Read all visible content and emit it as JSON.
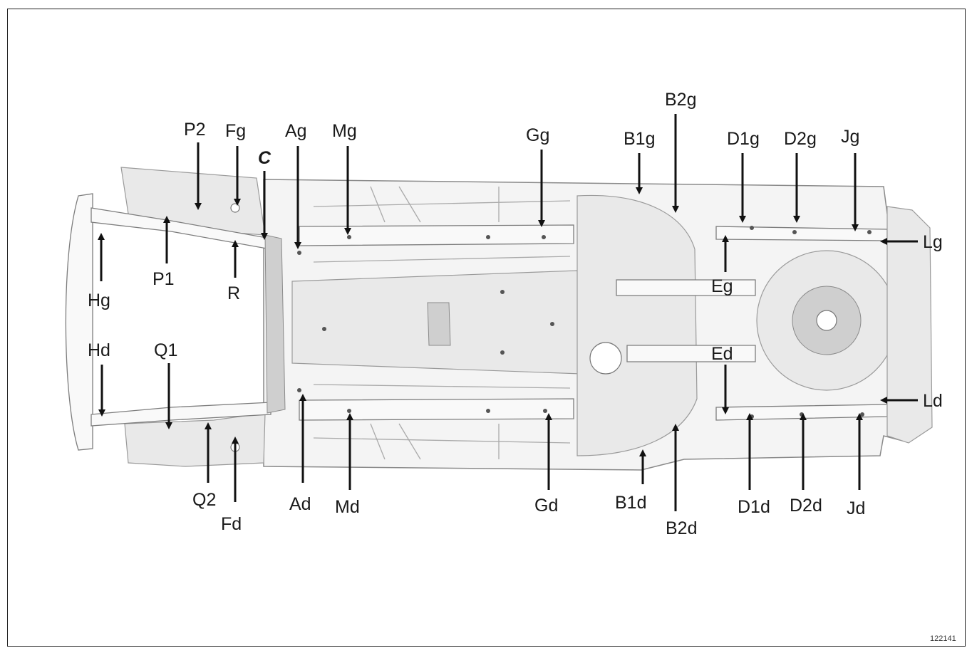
{
  "figure_number": "122141",
  "labels": {
    "P2": "P2",
    "Fg": "Fg",
    "C": "C",
    "Ag": "Ag",
    "Mg": "Mg",
    "Gg": "Gg",
    "B1g": "B1g",
    "B2g": "B2g",
    "D1g": "D1g",
    "D2g": "D2g",
    "Jg": "Jg",
    "Lg": "Lg",
    "Hg": "Hg",
    "P1": "P1",
    "R": "R",
    "Eg": "Eg",
    "Ed": "Ed",
    "Hd": "Hd",
    "Q1": "Q1",
    "Ld": "Ld",
    "Q2": "Q2",
    "Fd": "Fd",
    "Ad": "Ad",
    "Md": "Md",
    "Gd": "Gd",
    "B1d": "B1d",
    "B2d": "B2d",
    "D1d": "D1d",
    "D2d": "D2d",
    "Jd": "Jd"
  }
}
